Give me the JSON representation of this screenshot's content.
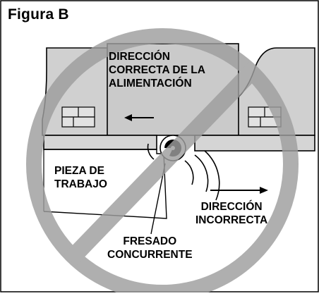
{
  "figure": {
    "title": "Figura B",
    "labels": {
      "correct_feed": [
        "DIRECCIÓN",
        "CORRECTA DE LA",
        "ALIMENTACIÓN"
      ],
      "workpiece": [
        "PIEZA DE",
        "TRABAJO"
      ],
      "incorrect": [
        "DIRECCIÓN",
        "INCORRECTA"
      ],
      "climb_cut": [
        "FRESADO",
        "CONCURRENTE"
      ]
    },
    "colors": {
      "prohibition": "#9e9e9e",
      "fence": "#cfcfcf",
      "fence_dark": "#bdbdbd",
      "stroke": "#000000"
    },
    "icons": [
      "prohibition-sign",
      "left-arrow-icon",
      "right-arrow-icon",
      "router-bit-icon"
    ]
  }
}
